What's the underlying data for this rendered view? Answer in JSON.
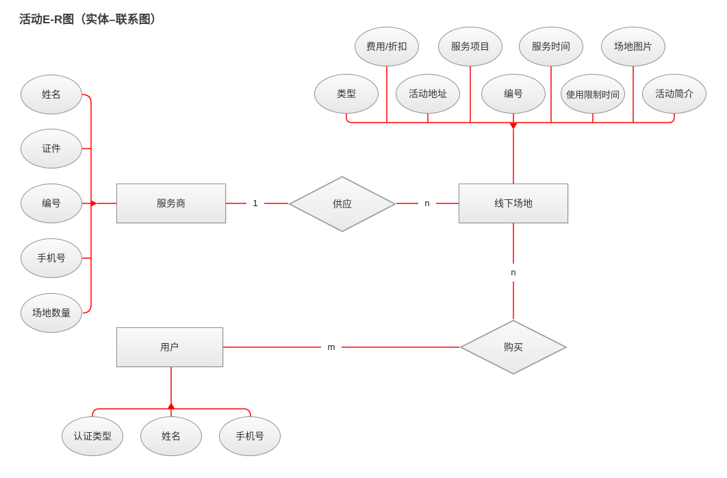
{
  "title": "活动E-R图（实体–联系图）",
  "colors": {
    "connector": "#ff0000",
    "shape_border": "#8f8f8f",
    "shape_fill_top": "#fbfbfb",
    "shape_fill_bottom": "#e7e7e7",
    "text": "#333333"
  },
  "entities": {
    "service_provider": "服务商",
    "offline_venue": "线下场地",
    "user": "用户"
  },
  "relationships": {
    "supply": "供应",
    "purchase": "购买"
  },
  "cardinalities": {
    "provider_supply": "1",
    "supply_venue": "n",
    "venue_purchase": "n",
    "purchase_user": "m"
  },
  "attributes": {
    "service_provider": [
      "姓名",
      "证件",
      "编号",
      "手机号",
      "场地数量"
    ],
    "offline_venue_top": [
      "费用/折扣",
      "服务项目",
      "服务时间",
      "场地图片"
    ],
    "offline_venue_bottom": [
      "类型",
      "活动地址",
      "编号",
      "使用限制时间",
      "活动简介"
    ],
    "user": [
      "认证类型",
      "姓名",
      "手机号"
    ]
  }
}
